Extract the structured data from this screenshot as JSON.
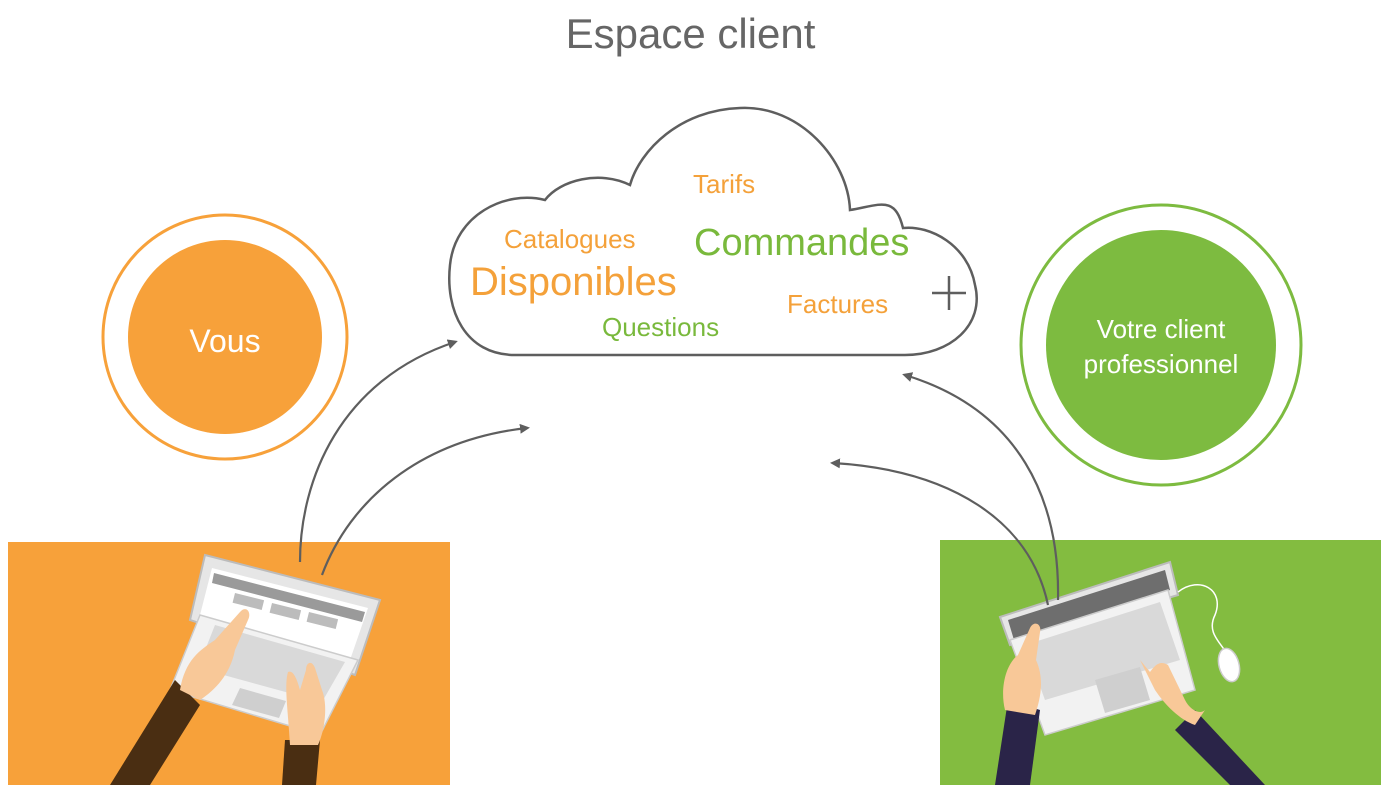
{
  "title": "Espace client",
  "cloud": {
    "words": [
      {
        "id": "tarifs",
        "text": "Tarifs",
        "color": "orange"
      },
      {
        "id": "catalogues",
        "text": "Catalogues",
        "color": "orange"
      },
      {
        "id": "commandes",
        "text": "Commandes",
        "color": "green"
      },
      {
        "id": "disponibles",
        "text": "Disponibles",
        "color": "orange"
      },
      {
        "id": "factures",
        "text": "Factures",
        "color": "orange"
      },
      {
        "id": "questions",
        "text": "Questions",
        "color": "green"
      }
    ],
    "plus": "+"
  },
  "left": {
    "label": "Vous",
    "color": "#f7a13a"
  },
  "right": {
    "line1": "Votre client",
    "line2": "professionnel",
    "color": "#7dbb40"
  },
  "colors": {
    "orange": "#f4a13a",
    "green": "#79b93c",
    "outline": "#5e5e5e",
    "arrow": "#5e5e5e"
  }
}
